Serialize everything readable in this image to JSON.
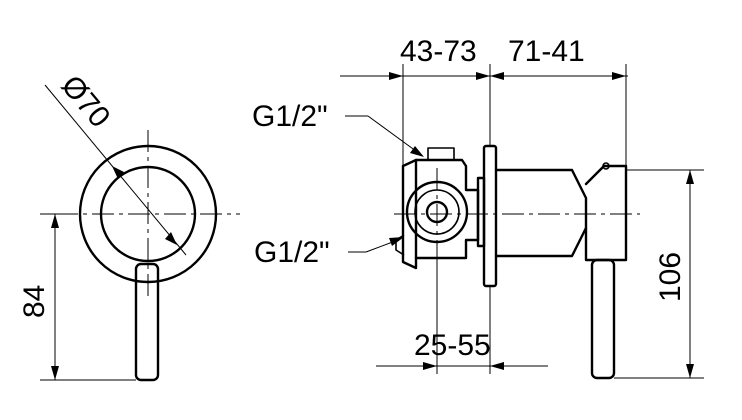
{
  "dimensions": {
    "diameter": "Ø70",
    "left_height": "84",
    "top_left": "43-73",
    "top_right": "71-41",
    "bottom_mid": "25-55",
    "right_height": "106",
    "thread_top": "G1/2\"",
    "thread_bottom": "G1/2\""
  }
}
